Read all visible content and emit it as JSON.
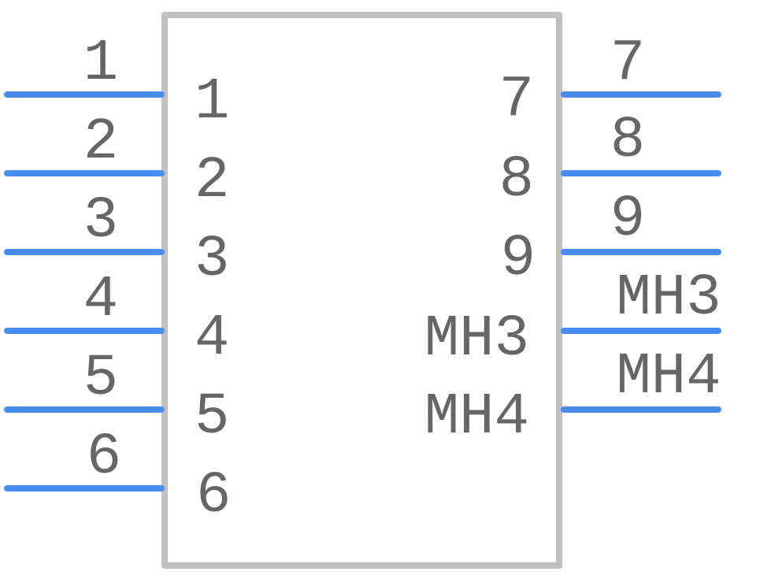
{
  "colors": {
    "body_outline": "#c0c0c0",
    "pin_line": "#4a8df0",
    "text": "#666666"
  },
  "left_pins": [
    {
      "number": "1",
      "name": "1"
    },
    {
      "number": "2",
      "name": "2"
    },
    {
      "number": "3",
      "name": "3"
    },
    {
      "number": "4",
      "name": "4"
    },
    {
      "number": "5",
      "name": "5"
    },
    {
      "number": "6",
      "name": "6"
    }
  ],
  "right_pins": [
    {
      "number": "7",
      "name": "7"
    },
    {
      "number": "8",
      "name": "8"
    },
    {
      "number": "9",
      "name": "9"
    },
    {
      "number": "MH3",
      "name": "MH3"
    },
    {
      "number": "MH4",
      "name": "MH4"
    }
  ]
}
